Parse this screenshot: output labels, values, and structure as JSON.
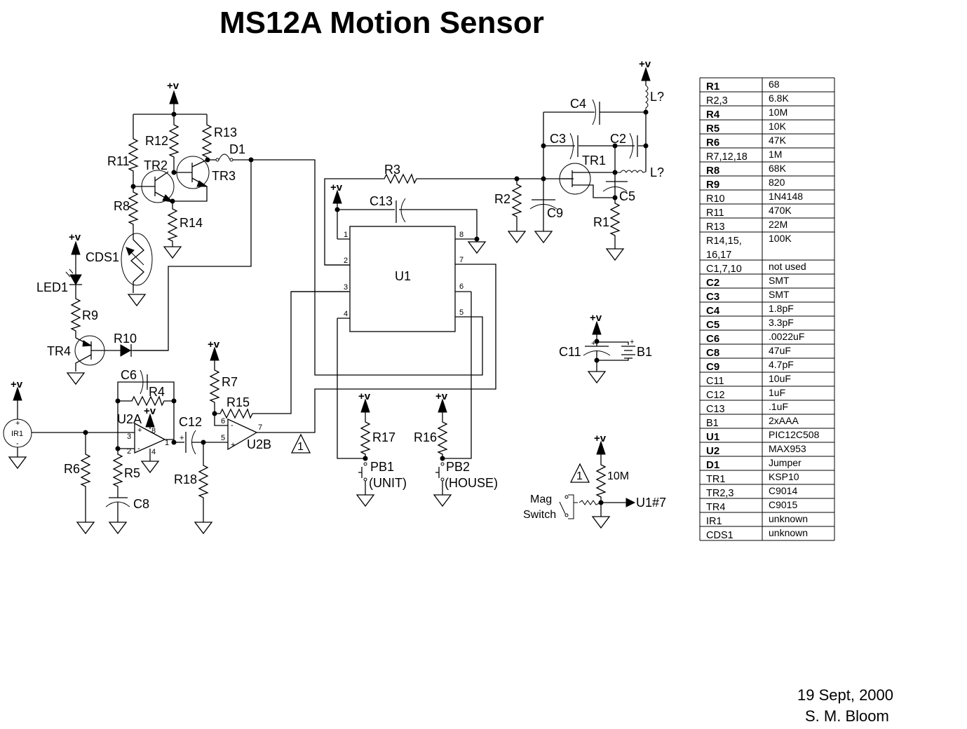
{
  "title": "MS12A Motion Sensor",
  "footer": {
    "date": "19 Sept, 2000",
    "author": "S. M. Bloom"
  },
  "power_label": "+v",
  "labels": {
    "R1": "R1",
    "R2": "R2",
    "R3": "R3",
    "R4": "R4",
    "R5": "R5",
    "R6": "R6",
    "R7": "R7",
    "R8": "R8",
    "R9": "R9",
    "R10": "R10",
    "R11": "R11",
    "R12": "R12",
    "R13": "R13",
    "R14": "R14",
    "R15": "R15",
    "R16": "R16",
    "R17": "R17",
    "R18": "R18",
    "C2": "C2",
    "C3": "C3",
    "C4": "C4",
    "C5": "C5",
    "C6": "C6",
    "C8": "C8",
    "C9": "C9",
    "C11": "C11",
    "C12": "C12",
    "C13": "C13",
    "L_top": "L?",
    "L_mid": "L?",
    "TR1": "TR1",
    "TR2": "TR2",
    "TR3": "TR3",
    "TR4": "TR4",
    "D1": "D1",
    "LED1": "LED1",
    "CDS1": "CDS1",
    "IR1": "IR1",
    "U1": "U1",
    "U2A": "U2A",
    "U2B": "U2B",
    "B1": "B1",
    "PB1": "PB1",
    "PB1_sub": "(UNIT)",
    "PB2": "PB2",
    "PB2_sub": "(HOUSE)",
    "note_marker": "1",
    "mag_switch_line1": "Mag",
    "mag_switch_line2": "Switch",
    "pullup_value": "10M",
    "mag_output": "U1#7",
    "ir_plus": "+",
    "ir_minus": "-",
    "plus_sign": "+",
    "minus_sign": "-"
  },
  "u1_pins": [
    "1",
    "2",
    "3",
    "4",
    "5",
    "6",
    "7",
    "8"
  ],
  "u2_pins": {
    "in_plus_a": "3",
    "in_minus_a": "2",
    "out_a": "1",
    "vcc": "8",
    "gnd": "4",
    "in_minus_b": "6",
    "in_plus_b": "5",
    "out_b": "7"
  },
  "parts_table": [
    {
      "part": "R1",
      "value": "68",
      "bold": true
    },
    {
      "part": "R2,3",
      "value": "6.8K",
      "bold": false
    },
    {
      "part": "R4",
      "value": "10M",
      "bold": true
    },
    {
      "part": "R5",
      "value": "10K",
      "bold": true
    },
    {
      "part": "R6",
      "value": "47K",
      "bold": true
    },
    {
      "part": "R7,12,18",
      "value": "1M",
      "bold": false
    },
    {
      "part": "R8",
      "value": "68K",
      "bold": true
    },
    {
      "part": "R9",
      "value": "820",
      "bold": true
    },
    {
      "part": "R10",
      "value": "1N4148",
      "bold": false
    },
    {
      "part": "R11",
      "value": "470K",
      "bold": false
    },
    {
      "part": "R13",
      "value": "22M",
      "bold": false
    },
    {
      "part": "R14,15,",
      "value": "100K",
      "bold": false
    },
    {
      "part": "16,17",
      "value": "",
      "bold": false
    },
    {
      "part": "C1,7,10",
      "value": "not used",
      "bold": false
    },
    {
      "part": "C2",
      "value": "SMT",
      "bold": true
    },
    {
      "part": "C3",
      "value": "SMT",
      "bold": true
    },
    {
      "part": "C4",
      "value": "1.8pF",
      "bold": true
    },
    {
      "part": "C5",
      "value": "3.3pF",
      "bold": true
    },
    {
      "part": "C6",
      "value": ".0022uF",
      "bold": true
    },
    {
      "part": "C8",
      "value": "47uF",
      "bold": true
    },
    {
      "part": "C9",
      "value": "4.7pF",
      "bold": true
    },
    {
      "part": "C11",
      "value": "10uF",
      "bold": false
    },
    {
      "part": "C12",
      "value": "1uF",
      "bold": false
    },
    {
      "part": "C13",
      "value": ".1uF",
      "bold": false
    },
    {
      "part": "B1",
      "value": "2xAAA",
      "bold": false
    },
    {
      "part": "U1",
      "value": "PIC12C508",
      "bold": true
    },
    {
      "part": "U2",
      "value": "MAX953",
      "bold": true
    },
    {
      "part": "D1",
      "value": "Jumper",
      "bold": true
    },
    {
      "part": "TR1",
      "value": "KSP10",
      "bold": false
    },
    {
      "part": "TR2,3",
      "value": "C9014",
      "bold": false
    },
    {
      "part": "TR4",
      "value": "C9015",
      "bold": false
    },
    {
      "part": "IR1",
      "value": "unknown",
      "bold": false
    },
    {
      "part": "CDS1",
      "value": "unknown",
      "bold": false
    }
  ]
}
